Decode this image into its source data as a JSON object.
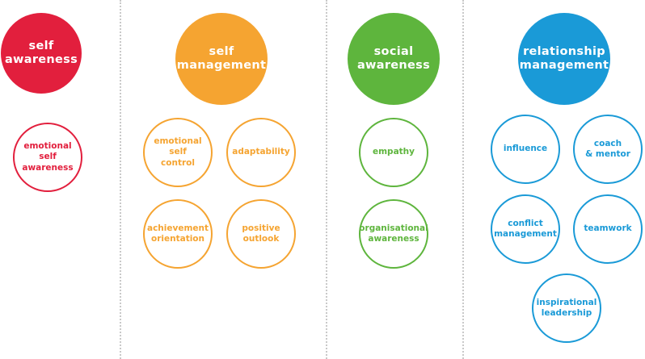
{
  "colors": {
    "self_awareness": "#e21f3d",
    "self_management": "#f5a431",
    "social_awareness": "#5eb53d",
    "relationship_management": "#1a9ad7",
    "divider": "#c9c9c9"
  },
  "categories": [
    {
      "label": "self\nawareness",
      "competencies": [
        "emotional\nself\nawareness"
      ]
    },
    {
      "label": "self\nmanagement",
      "competencies": [
        "emotional\nself\ncontrol",
        "adaptability",
        "achievement\norientation",
        "positive\noutlook"
      ]
    },
    {
      "label": "social\nawareness",
      "competencies": [
        "empathy",
        "organisational\nawareness"
      ]
    },
    {
      "label": "relationship\nmanagement",
      "competencies": [
        "influence",
        "coach\n& mentor",
        "conflict\nmanagement",
        "teamwork",
        "inspirational\nleadership"
      ]
    }
  ]
}
